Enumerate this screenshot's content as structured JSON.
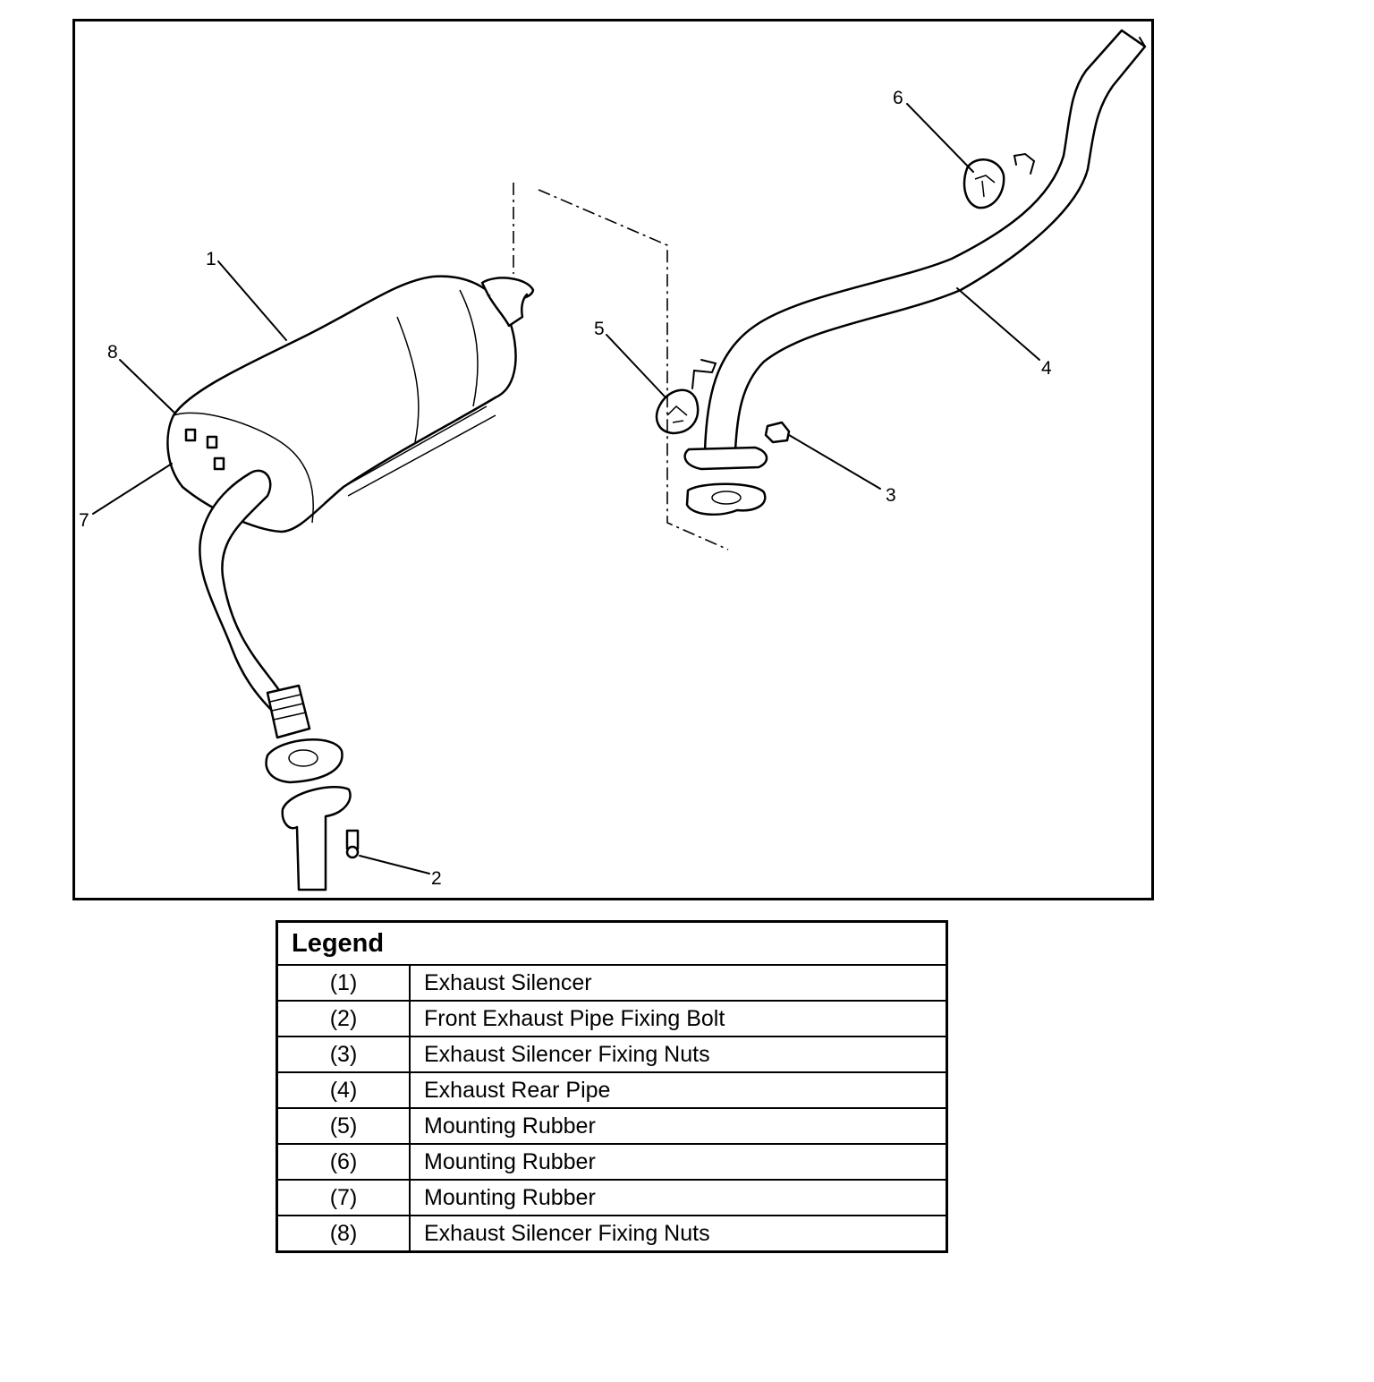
{
  "callouts": {
    "c1": "1",
    "c2": "2",
    "c3": "3",
    "c4": "4",
    "c5": "5",
    "c6": "6",
    "c7": "7",
    "c8": "8"
  },
  "legend": {
    "title": "Legend",
    "rows": [
      {
        "num": "(1)",
        "desc": "Exhaust Silencer"
      },
      {
        "num": "(2)",
        "desc": "Front Exhaust Pipe Fixing Bolt"
      },
      {
        "num": "(3)",
        "desc": "Exhaust Silencer Fixing Nuts"
      },
      {
        "num": "(4)",
        "desc": "Exhaust Rear Pipe"
      },
      {
        "num": "(5)",
        "desc": "Mounting Rubber"
      },
      {
        "num": "(6)",
        "desc": "Mounting Rubber"
      },
      {
        "num": "(7)",
        "desc": "Mounting Rubber"
      },
      {
        "num": "(8)",
        "desc": "Exhaust Silencer Fixing Nuts"
      }
    ]
  }
}
